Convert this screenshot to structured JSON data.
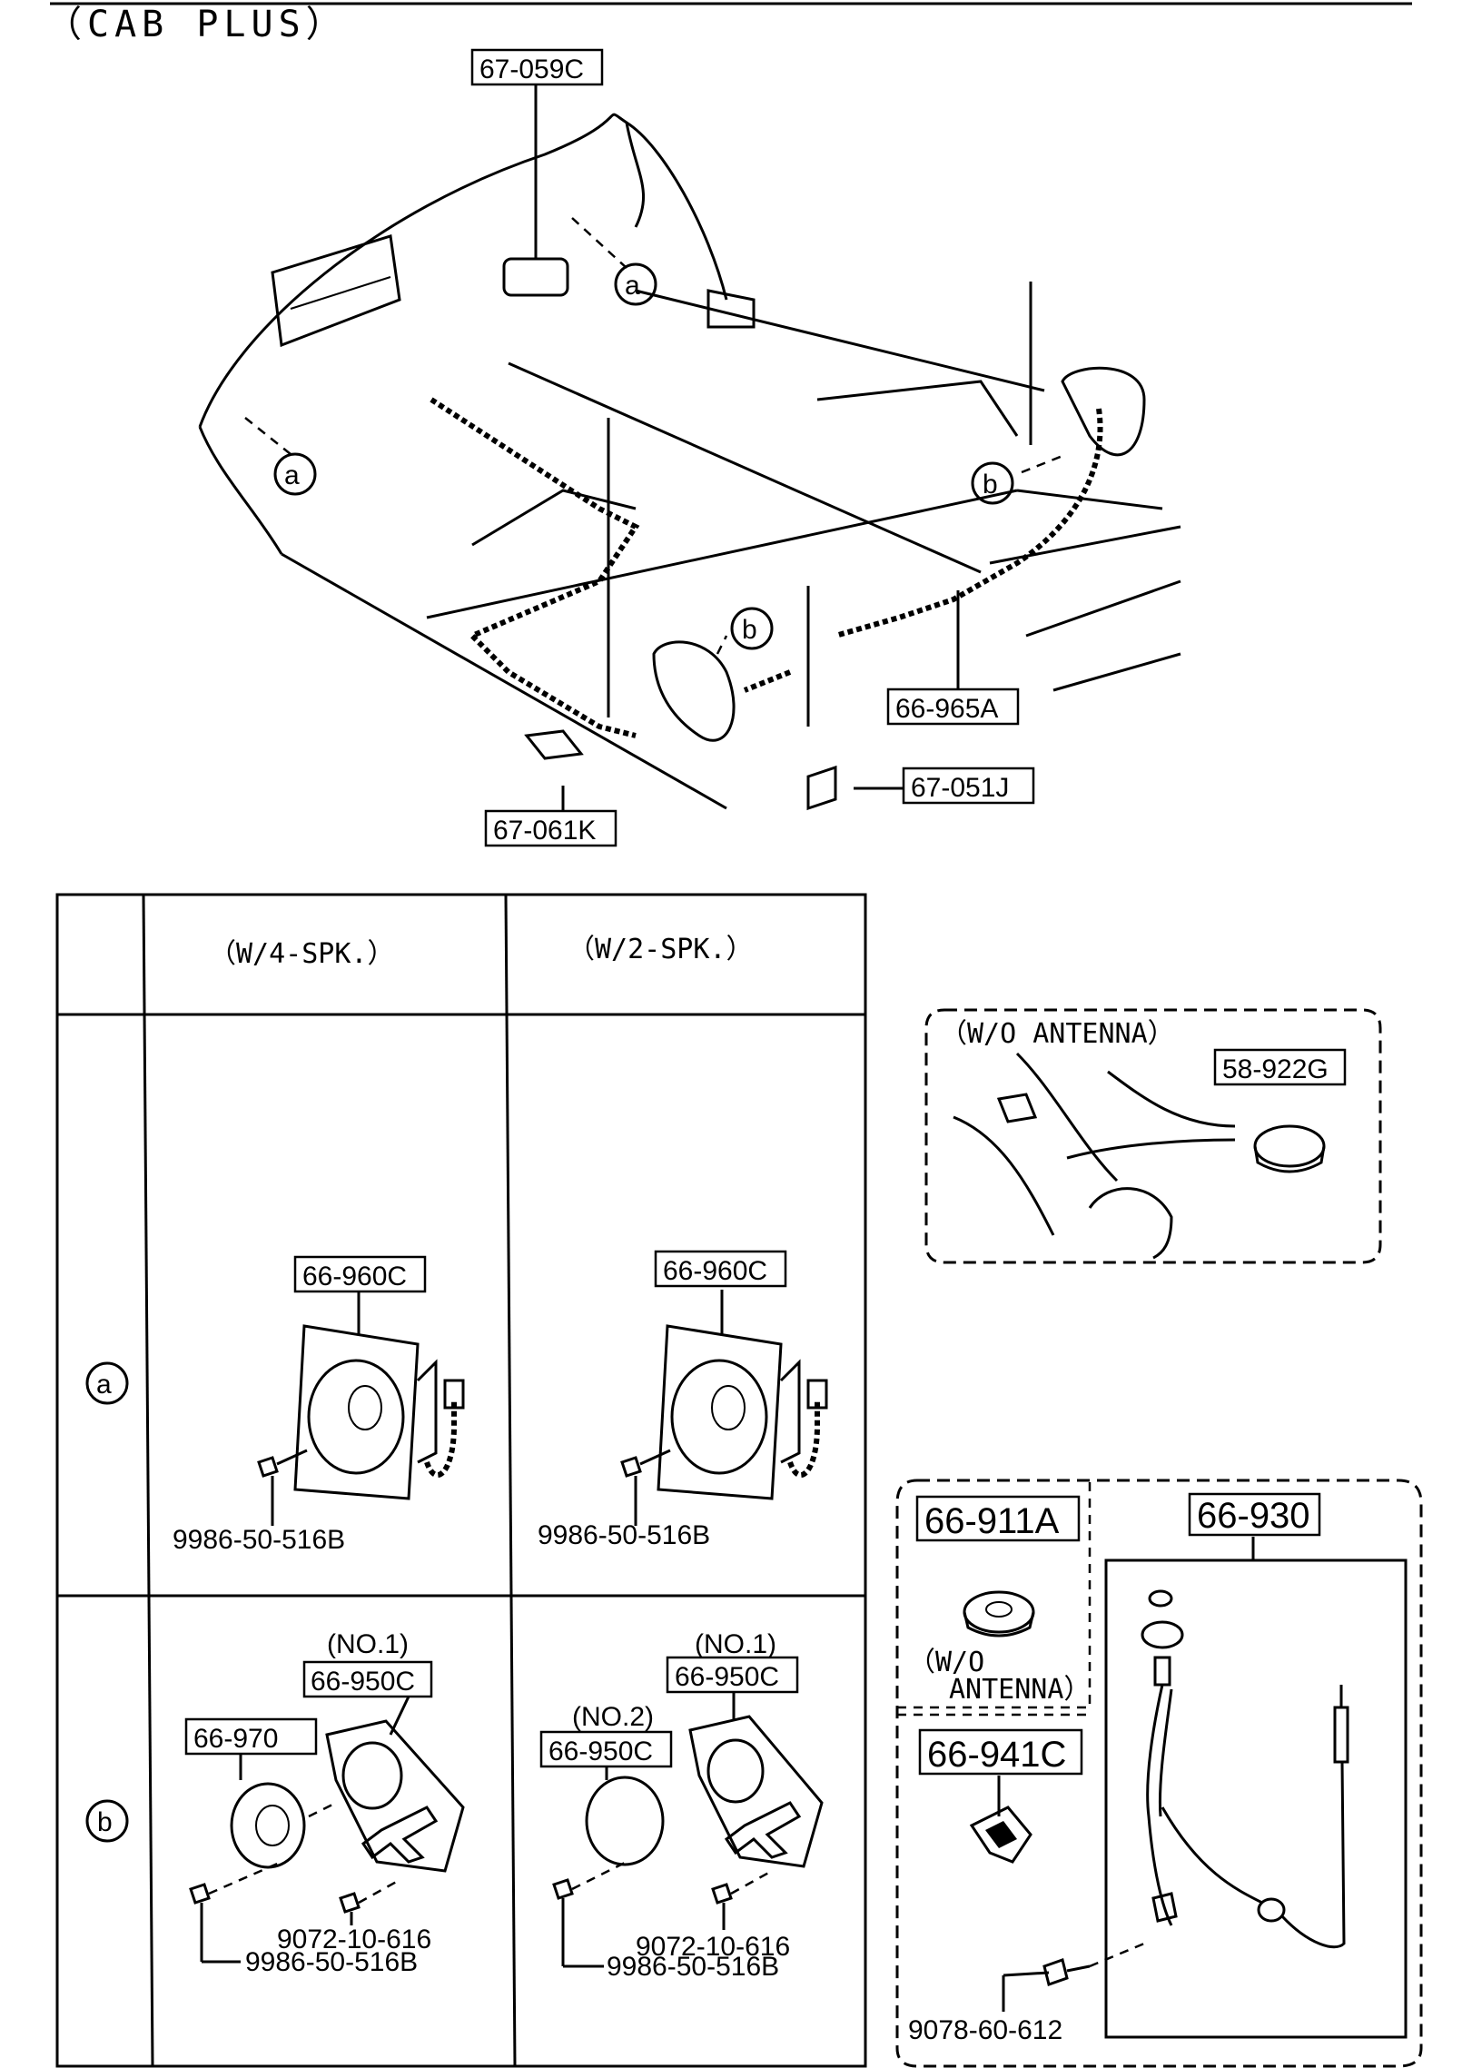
{
  "title": "（CAB PLUS）",
  "callouts": {
    "a": "a",
    "b": "b"
  },
  "overview": {
    "top_label": "67-059C",
    "harness_label": "66-965A",
    "clip_label": "67-051J",
    "pad_label": "67-061K"
  },
  "table": {
    "col1_header": "（W/4-SPK.）",
    "col2_header": "（W/2-SPK.）",
    "row_a": "a",
    "row_b": "b",
    "a_4spk_speaker": "66-960C",
    "a_4spk_screw": "9986-50-516B",
    "a_2spk_speaker": "66-960C",
    "a_2spk_screw": "9986-50-516B",
    "b_4spk_no1": "(NO.1)",
    "b_4spk_bracket": "66-950C",
    "b_4spk_tweeter": "66-970",
    "b_4spk_screw1": "9072-10-616",
    "b_4spk_screw2": "9986-50-516B",
    "b_2spk_no1": "(NO.1)",
    "b_2spk_bracket1": "66-950C",
    "b_2spk_no2": "(NO.2)",
    "b_2spk_bracket2": "66-950C",
    "b_2spk_screw1": "9072-10-616",
    "b_2spk_screw2": "9986-50-516B"
  },
  "antenna_inset": {
    "title": "（W/O ANTENNA）",
    "plug_label": "58-922G"
  },
  "antenna_group": {
    "grommet_label": "66-911A",
    "wo_antenna_1": "（W/O",
    "wo_antenna_2": "ANTENNA）",
    "bracket_label": "66-941C",
    "screw_label": "9078-60-612",
    "antenna_label": "66-930"
  }
}
